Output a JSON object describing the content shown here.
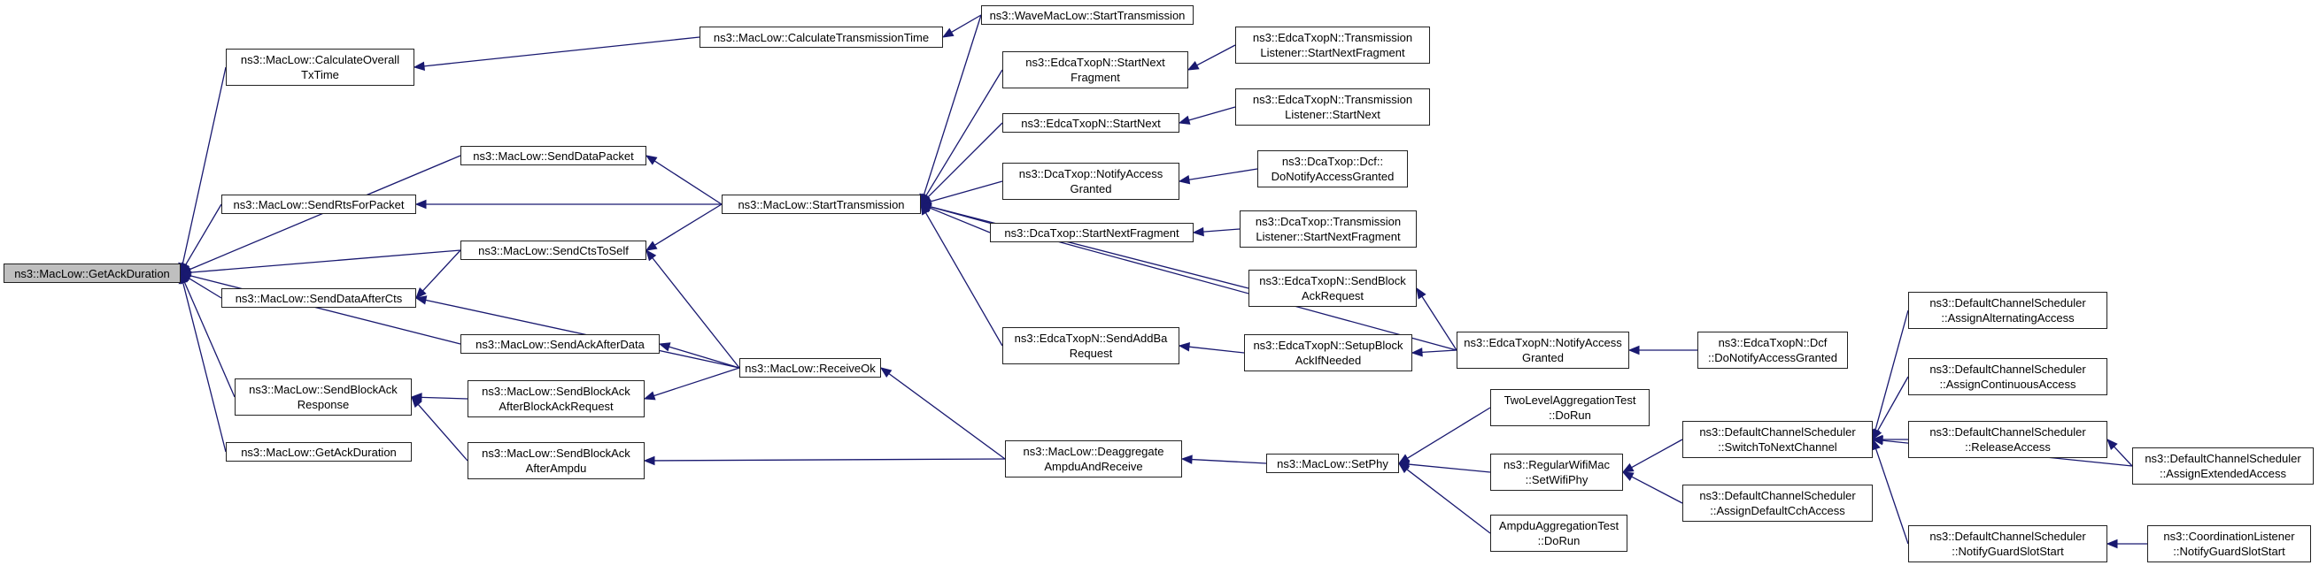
{
  "diagram": {
    "type": "call-graph",
    "edge_color": "#191970",
    "root_fill": "#bfbfbf",
    "nodes": [
      {
        "id": "n1",
        "lines": [
          "ns3::MacLow::GetAckDuration"
        ],
        "root": true
      },
      {
        "id": "n2",
        "lines": [
          "ns3::MacLow::CalculateOverall",
          "TxTime"
        ]
      },
      {
        "id": "n3",
        "lines": [
          "ns3::MacLow::SendDataPacket"
        ]
      },
      {
        "id": "n4",
        "lines": [
          "ns3::MacLow::SendRtsForPacket"
        ]
      },
      {
        "id": "n5",
        "lines": [
          "ns3::MacLow::SendCtsToSelf"
        ]
      },
      {
        "id": "n6",
        "lines": [
          "ns3::MacLow::SendDataAfterCts"
        ]
      },
      {
        "id": "n7",
        "lines": [
          "ns3::MacLow::SendAckAfterData"
        ]
      },
      {
        "id": "n8",
        "lines": [
          "ns3::MacLow::SendBlockAck",
          "Response"
        ]
      },
      {
        "id": "n9",
        "lines": [
          "ns3::MacLow::GetAckDuration"
        ]
      },
      {
        "id": "n10",
        "lines": [
          "ns3::MacLow::SendBlockAck",
          "AfterBlockAckRequest"
        ]
      },
      {
        "id": "n11",
        "lines": [
          "ns3::MacLow::SendBlockAck",
          "AfterAmpdu"
        ]
      },
      {
        "id": "n12",
        "lines": [
          "ns3::MacLow::CalculateTransmissionTime"
        ]
      },
      {
        "id": "n13",
        "lines": [
          "ns3::MacLow::StartTransmission"
        ]
      },
      {
        "id": "n14",
        "lines": [
          "ns3::MacLow::ReceiveOk"
        ]
      },
      {
        "id": "n15",
        "lines": [
          "ns3::WaveMacLow::StartTransmission"
        ]
      },
      {
        "id": "n16",
        "lines": [
          "ns3::EdcaTxopN::StartNext",
          "Fragment"
        ]
      },
      {
        "id": "n17",
        "lines": [
          "ns3::EdcaTxopN::StartNext"
        ]
      },
      {
        "id": "n18",
        "lines": [
          "ns3::DcaTxop::NotifyAccess",
          "Granted"
        ]
      },
      {
        "id": "n19",
        "lines": [
          "ns3::DcaTxop::StartNextFragment"
        ]
      },
      {
        "id": "n20",
        "lines": [
          "ns3::EdcaTxopN::SendBlock",
          "AckRequest"
        ]
      },
      {
        "id": "n21",
        "lines": [
          "ns3::EdcaTxopN::SendAddBa",
          "Request"
        ]
      },
      {
        "id": "n22",
        "lines": [
          "ns3::MacLow::Deaggregate",
          "AmpduAndReceive"
        ]
      },
      {
        "id": "n23",
        "lines": [
          "ns3::EdcaTxopN::Transmission",
          "Listener::StartNextFragment"
        ]
      },
      {
        "id": "n24",
        "lines": [
          "ns3::EdcaTxopN::Transmission",
          "Listener::StartNext"
        ]
      },
      {
        "id": "n25",
        "lines": [
          "ns3::DcaTxop::Dcf::",
          "DoNotifyAccessGranted"
        ]
      },
      {
        "id": "n26",
        "lines": [
          "ns3::DcaTxop::Transmission",
          "Listener::StartNextFragment"
        ]
      },
      {
        "id": "n27",
        "lines": [
          "ns3::EdcaTxopN::SetupBlock",
          "AckIfNeeded"
        ]
      },
      {
        "id": "n28",
        "lines": [
          "ns3::MacLow::SetPhy"
        ]
      },
      {
        "id": "n29",
        "lines": [
          "ns3::EdcaTxopN::NotifyAccess",
          "Granted"
        ]
      },
      {
        "id": "n30",
        "lines": [
          "TwoLevelAggregationTest",
          "::DoRun"
        ]
      },
      {
        "id": "n31",
        "lines": [
          "ns3::RegularWifiMac",
          "::SetWifiPhy"
        ]
      },
      {
        "id": "n32",
        "lines": [
          "AmpduAggregationTest",
          "::DoRun"
        ]
      },
      {
        "id": "n33",
        "lines": [
          "ns3::EdcaTxopN::Dcf",
          "::DoNotifyAccessGranted"
        ]
      },
      {
        "id": "n34",
        "lines": [
          "ns3::DefaultChannelScheduler",
          "::SwitchToNextChannel"
        ]
      },
      {
        "id": "n35",
        "lines": [
          "ns3::DefaultChannelScheduler",
          "::AssignDefaultCchAccess"
        ]
      },
      {
        "id": "n36",
        "lines": [
          "ns3::DefaultChannelScheduler",
          "::AssignAlternatingAccess"
        ]
      },
      {
        "id": "n37",
        "lines": [
          "ns3::DefaultChannelScheduler",
          "::AssignContinuousAccess"
        ]
      },
      {
        "id": "n38",
        "lines": [
          "ns3::DefaultChannelScheduler",
          "::ReleaseAccess"
        ]
      },
      {
        "id": "n39",
        "lines": [
          "ns3::DefaultChannelScheduler",
          "::NotifyGuardSlotStart"
        ]
      },
      {
        "id": "n40",
        "lines": [
          "ns3::DefaultChannelScheduler",
          "::AssignExtendedAccess"
        ]
      },
      {
        "id": "n41",
        "lines": [
          "ns3::CoordinationListener",
          "::NotifyGuardSlotStart"
        ]
      }
    ],
    "edges": [
      {
        "from": "n2",
        "to": "n1"
      },
      {
        "from": "n3",
        "to": "n1"
      },
      {
        "from": "n4",
        "to": "n1"
      },
      {
        "from": "n5",
        "to": "n1"
      },
      {
        "from": "n6",
        "to": "n1"
      },
      {
        "from": "n7",
        "to": "n1"
      },
      {
        "from": "n8",
        "to": "n1"
      },
      {
        "from": "n9",
        "to": "n1"
      },
      {
        "from": "n12",
        "to": "n2"
      },
      {
        "from": "n13",
        "to": "n3"
      },
      {
        "from": "n13",
        "to": "n4"
      },
      {
        "from": "n13",
        "to": "n5"
      },
      {
        "from": "n14",
        "to": "n5"
      },
      {
        "from": "n5",
        "to": "n6"
      },
      {
        "from": "n14",
        "to": "n6"
      },
      {
        "from": "n14",
        "to": "n7"
      },
      {
        "from": "n10",
        "to": "n8"
      },
      {
        "from": "n11",
        "to": "n8"
      },
      {
        "from": "n14",
        "to": "n10"
      },
      {
        "from": "n22",
        "to": "n11"
      },
      {
        "from": "n15",
        "to": "n12"
      },
      {
        "from": "n15",
        "to": "n13"
      },
      {
        "from": "n16",
        "to": "n13"
      },
      {
        "from": "n17",
        "to": "n13"
      },
      {
        "from": "n18",
        "to": "n13"
      },
      {
        "from": "n19",
        "to": "n13"
      },
      {
        "from": "n20",
        "to": "n13"
      },
      {
        "from": "n21",
        "to": "n13"
      },
      {
        "from": "n29",
        "to": "n13"
      },
      {
        "from": "n22",
        "to": "n14"
      },
      {
        "from": "n23",
        "to": "n16"
      },
      {
        "from": "n24",
        "to": "n17"
      },
      {
        "from": "n25",
        "to": "n18"
      },
      {
        "from": "n26",
        "to": "n19"
      },
      {
        "from": "n29",
        "to": "n20"
      },
      {
        "from": "n27",
        "to": "n21"
      },
      {
        "from": "n28",
        "to": "n22"
      },
      {
        "from": "n29",
        "to": "n27"
      },
      {
        "from": "n33",
        "to": "n29"
      },
      {
        "from": "n30",
        "to": "n28"
      },
      {
        "from": "n31",
        "to": "n28"
      },
      {
        "from": "n32",
        "to": "n28"
      },
      {
        "from": "n34",
        "to": "n31"
      },
      {
        "from": "n35",
        "to": "n31"
      },
      {
        "from": "n36",
        "to": "n34"
      },
      {
        "from": "n37",
        "to": "n34"
      },
      {
        "from": "n38",
        "to": "n34"
      },
      {
        "from": "n39",
        "to": "n34"
      },
      {
        "from": "n40",
        "to": "n34"
      },
      {
        "from": "n40",
        "to": "n38"
      },
      {
        "from": "n41",
        "to": "n39"
      }
    ]
  }
}
